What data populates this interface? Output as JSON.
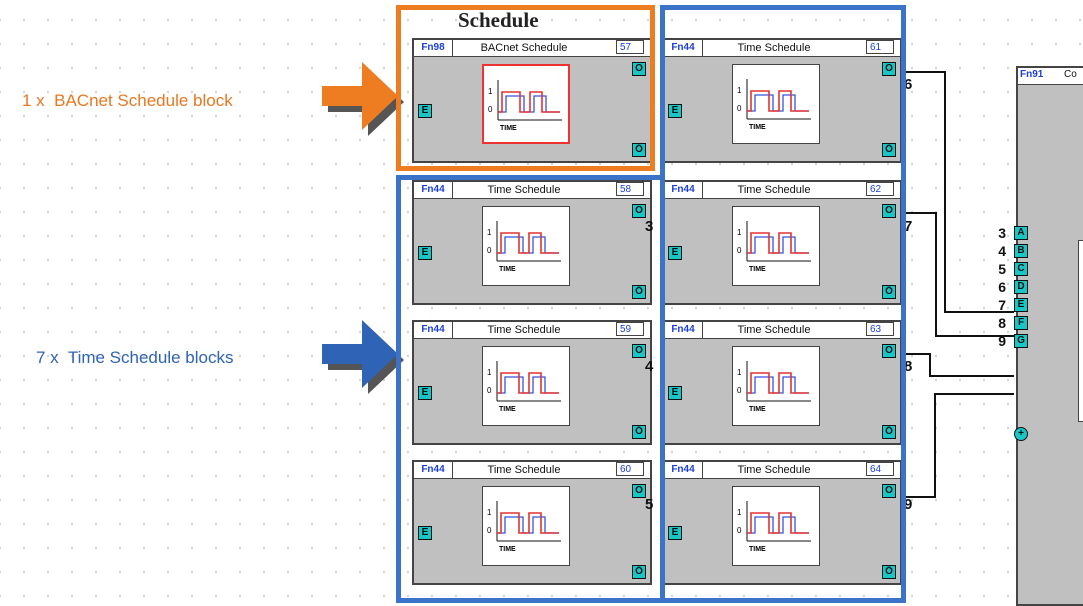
{
  "annotations": {
    "bacnet": "1 x  BACnet Schedule block",
    "time": "7 x  Time Schedule blocks"
  },
  "title": "Schedule",
  "blocks": [
    {
      "fn": "Fn98",
      "name": "BACnet Schedule",
      "num": "57"
    },
    {
      "fn": "Fn44",
      "name": "Time Schedule",
      "num": "61"
    },
    {
      "fn": "Fn44",
      "name": "Time Schedule",
      "num": "58"
    },
    {
      "fn": "Fn44",
      "name": "Time Schedule",
      "num": "62"
    },
    {
      "fn": "Fn44",
      "name": "Time Schedule",
      "num": "59"
    },
    {
      "fn": "Fn44",
      "name": "Time Schedule",
      "num": "63"
    },
    {
      "fn": "Fn44",
      "name": "Time Schedule",
      "num": "60"
    },
    {
      "fn": "Fn44",
      "name": "Time Schedule",
      "num": "64"
    }
  ],
  "pins": {
    "enable": "E",
    "output": "O",
    "output_neg": "Ō"
  },
  "graph": {
    "axis_label": "TIME",
    "one": "1",
    "zero": "0"
  },
  "row_labels": [
    "3",
    "4",
    "5"
  ],
  "right_labels": [
    "6",
    "7",
    "8",
    "9"
  ],
  "target_block": {
    "fn": "Fn91",
    "name_partial": "Co"
  },
  "target_inputs": [
    {
      "label": "3",
      "pin": "A"
    },
    {
      "label": "4",
      "pin": "B"
    },
    {
      "label": "5",
      "pin": "C"
    },
    {
      "label": "6",
      "pin": "D"
    },
    {
      "label": "7",
      "pin": "E"
    },
    {
      "label": "8",
      "pin": "F"
    },
    {
      "label": "9",
      "pin": "G"
    }
  ],
  "colors": {
    "orange": "#ee7d22",
    "blue": "#3a73c8",
    "pin": "#19c6c6",
    "trace_red": "#e33333",
    "trace_blue": "#3355dd"
  }
}
